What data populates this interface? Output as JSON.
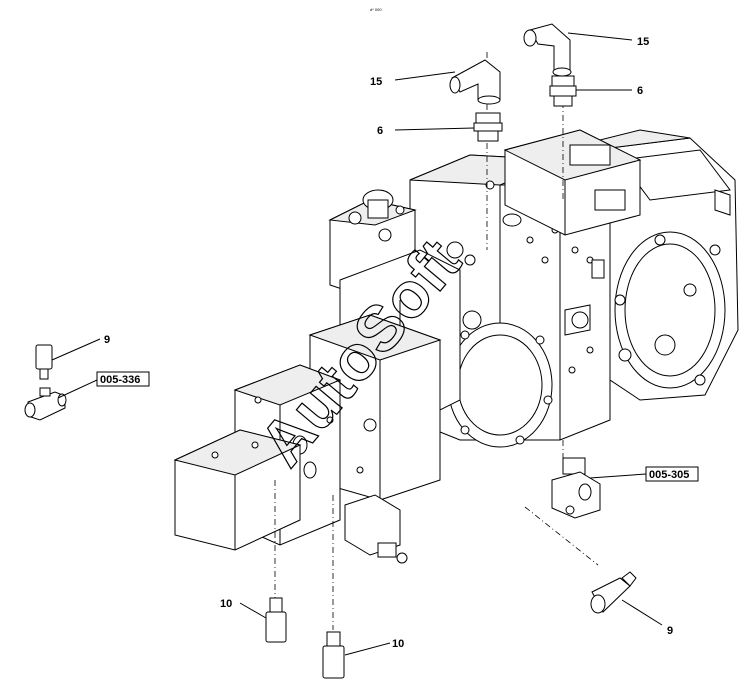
{
  "watermark": "AutoSoft",
  "drawing_ref": "d* 000",
  "callouts": {
    "c15_top": "15",
    "c15_mid": "15",
    "c6_top": "6",
    "c6_mid": "6",
    "c9_left": "9",
    "c9_right": "9",
    "c10_left": "10",
    "c10_bottom": "10"
  },
  "references": {
    "ref_left": "005-336",
    "ref_right": "005-305"
  }
}
